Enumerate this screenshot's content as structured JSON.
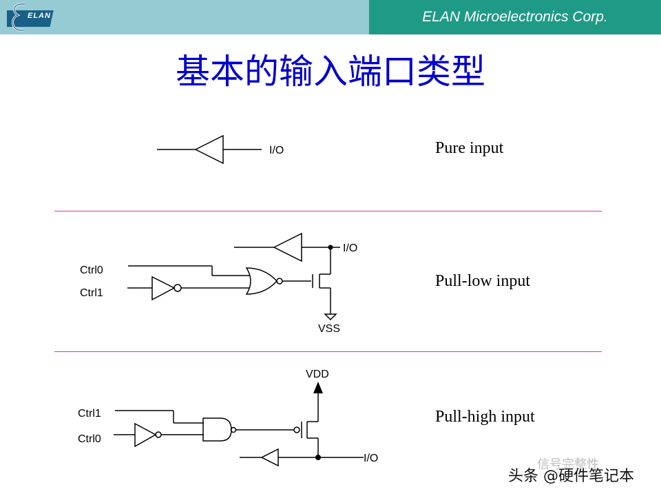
{
  "header": {
    "company": "ELAN Microelectronics Corp.",
    "logo_text": "ELAN"
  },
  "title": "基本的输入端口类型",
  "rows": [
    {
      "label": "Pure input",
      "io_label": "I/O"
    },
    {
      "label": "Pull-low input",
      "io_label": "I/O",
      "ctrl_top": "Ctrl0",
      "ctrl_bottom": "Ctrl1",
      "rail": "VSS"
    },
    {
      "label": "Pull-high input",
      "io_label": "I/O",
      "ctrl_top": "Ctrl1",
      "ctrl_bottom": "Ctrl0",
      "rail": "VDD"
    }
  ],
  "watermark": {
    "source": "信号完整性",
    "author": "头条 @硬件笔记本"
  },
  "colors": {
    "header_left": "#96cbd4",
    "header_right": "#1f9a86",
    "title": "#0000cc",
    "separator": "#cc33cc"
  }
}
